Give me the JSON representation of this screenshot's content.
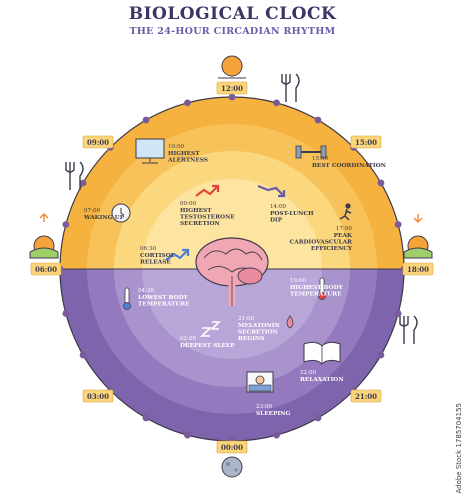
{
  "header": {
    "title": "BIOLOGICAL CLOCK",
    "subtitle": "THE 24-HOUR CIRCADIAN RHYTHM"
  },
  "colors": {
    "day_outer": "#f6b23e",
    "day_mid": "#f8c25a",
    "day_inner": "#fbd77d",
    "night_outer": "#7e63ad",
    "night_mid": "#9479bf",
    "night_inner": "#a993cd",
    "dot": "#7a5a9a",
    "time_box": "#fbd57a",
    "text_dark": "#3d3a4a"
  },
  "hours": [
    {
      "label": "12:00",
      "angle": 0
    },
    {
      "label": "15:00",
      "angle": 45
    },
    {
      "label": "18:00",
      "angle": 90
    },
    {
      "label": "21:00",
      "angle": 135
    },
    {
      "label": "00:00",
      "angle": 180
    },
    {
      "label": "03:00",
      "angle": 225
    },
    {
      "label": "06:00",
      "angle": 270
    },
    {
      "label": "09:00",
      "angle": 315
    }
  ],
  "events": [
    {
      "time": "10:00",
      "text": [
        "HIGHEST",
        "ALERTNESS"
      ],
      "icon": "monitor-icon"
    },
    {
      "time": "15:00",
      "text": [
        "BEST COORDINATION"
      ],
      "icon": "dumbbell-icon"
    },
    {
      "time": "09:00",
      "text": [
        "HIGHEST",
        "TESTOSTERONE",
        "SECRETION"
      ],
      "icon": "arrows-up-icon"
    },
    {
      "time": "14:00",
      "text": [
        "POST-LUNCH",
        "DIP"
      ],
      "icon": "zzz-arrow-icon"
    },
    {
      "time": "07:00",
      "text": [
        "WAKING UP"
      ],
      "icon": "alarm-clock-icon"
    },
    {
      "time": "17:00",
      "text": [
        "PEAK",
        "CARDIOVASCULAR",
        "EFFICIENCY"
      ],
      "icon": "runner-icon"
    },
    {
      "time": "06:30",
      "text": [
        "CORTISOL",
        "RELEASE"
      ],
      "icon": "arrows-up-icon"
    },
    {
      "time": "19:00",
      "text": [
        "HIGHEST BODY",
        "TEMPERATURE"
      ],
      "icon": "thermometer-icon"
    },
    {
      "time": "04:30",
      "text": [
        "LOWEST BODY",
        "TEMPERATURE"
      ],
      "icon": "thermometer-icon"
    },
    {
      "time": "02:00",
      "text": [
        "DEEPEST SLEEP"
      ],
      "icon": "zzz-icon"
    },
    {
      "time": "21:00",
      "text": [
        "MELATONIN",
        "SECRETION",
        "BEGINS"
      ],
      "icon": "drop-icon"
    },
    {
      "time": "22:00",
      "text": [
        "RELAXATION"
      ],
      "icon": "book-icon"
    },
    {
      "time": "23:00",
      "text": [
        "SLEEPING"
      ],
      "icon": "bed-icon"
    }
  ],
  "watermark": {
    "id": "1785704155",
    "brand": "Adobe Stock"
  }
}
